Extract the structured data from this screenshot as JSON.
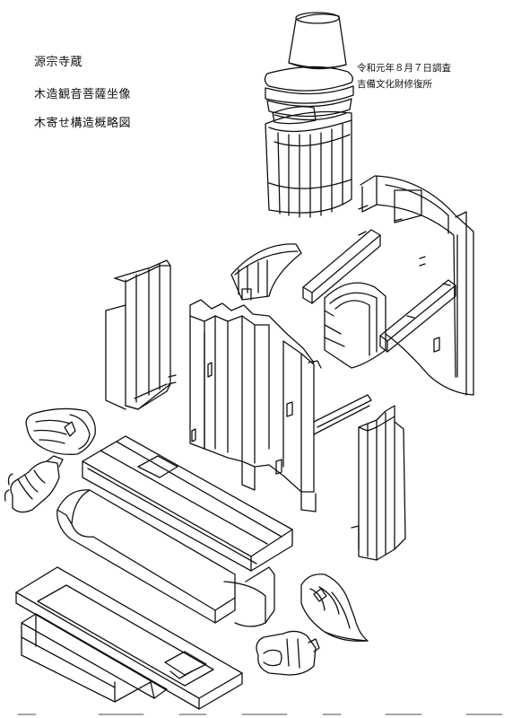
{
  "titles": {
    "owner": "源宗寺蔵",
    "subject": "木造観音菩薩坐像",
    "drawing": "木寄せ構造概略図"
  },
  "survey": {
    "date": "令和元年８月７日調査",
    "organization": "吉備文化財修復所"
  },
  "colors": {
    "line": "#111111",
    "paper": "#ffffff"
  }
}
